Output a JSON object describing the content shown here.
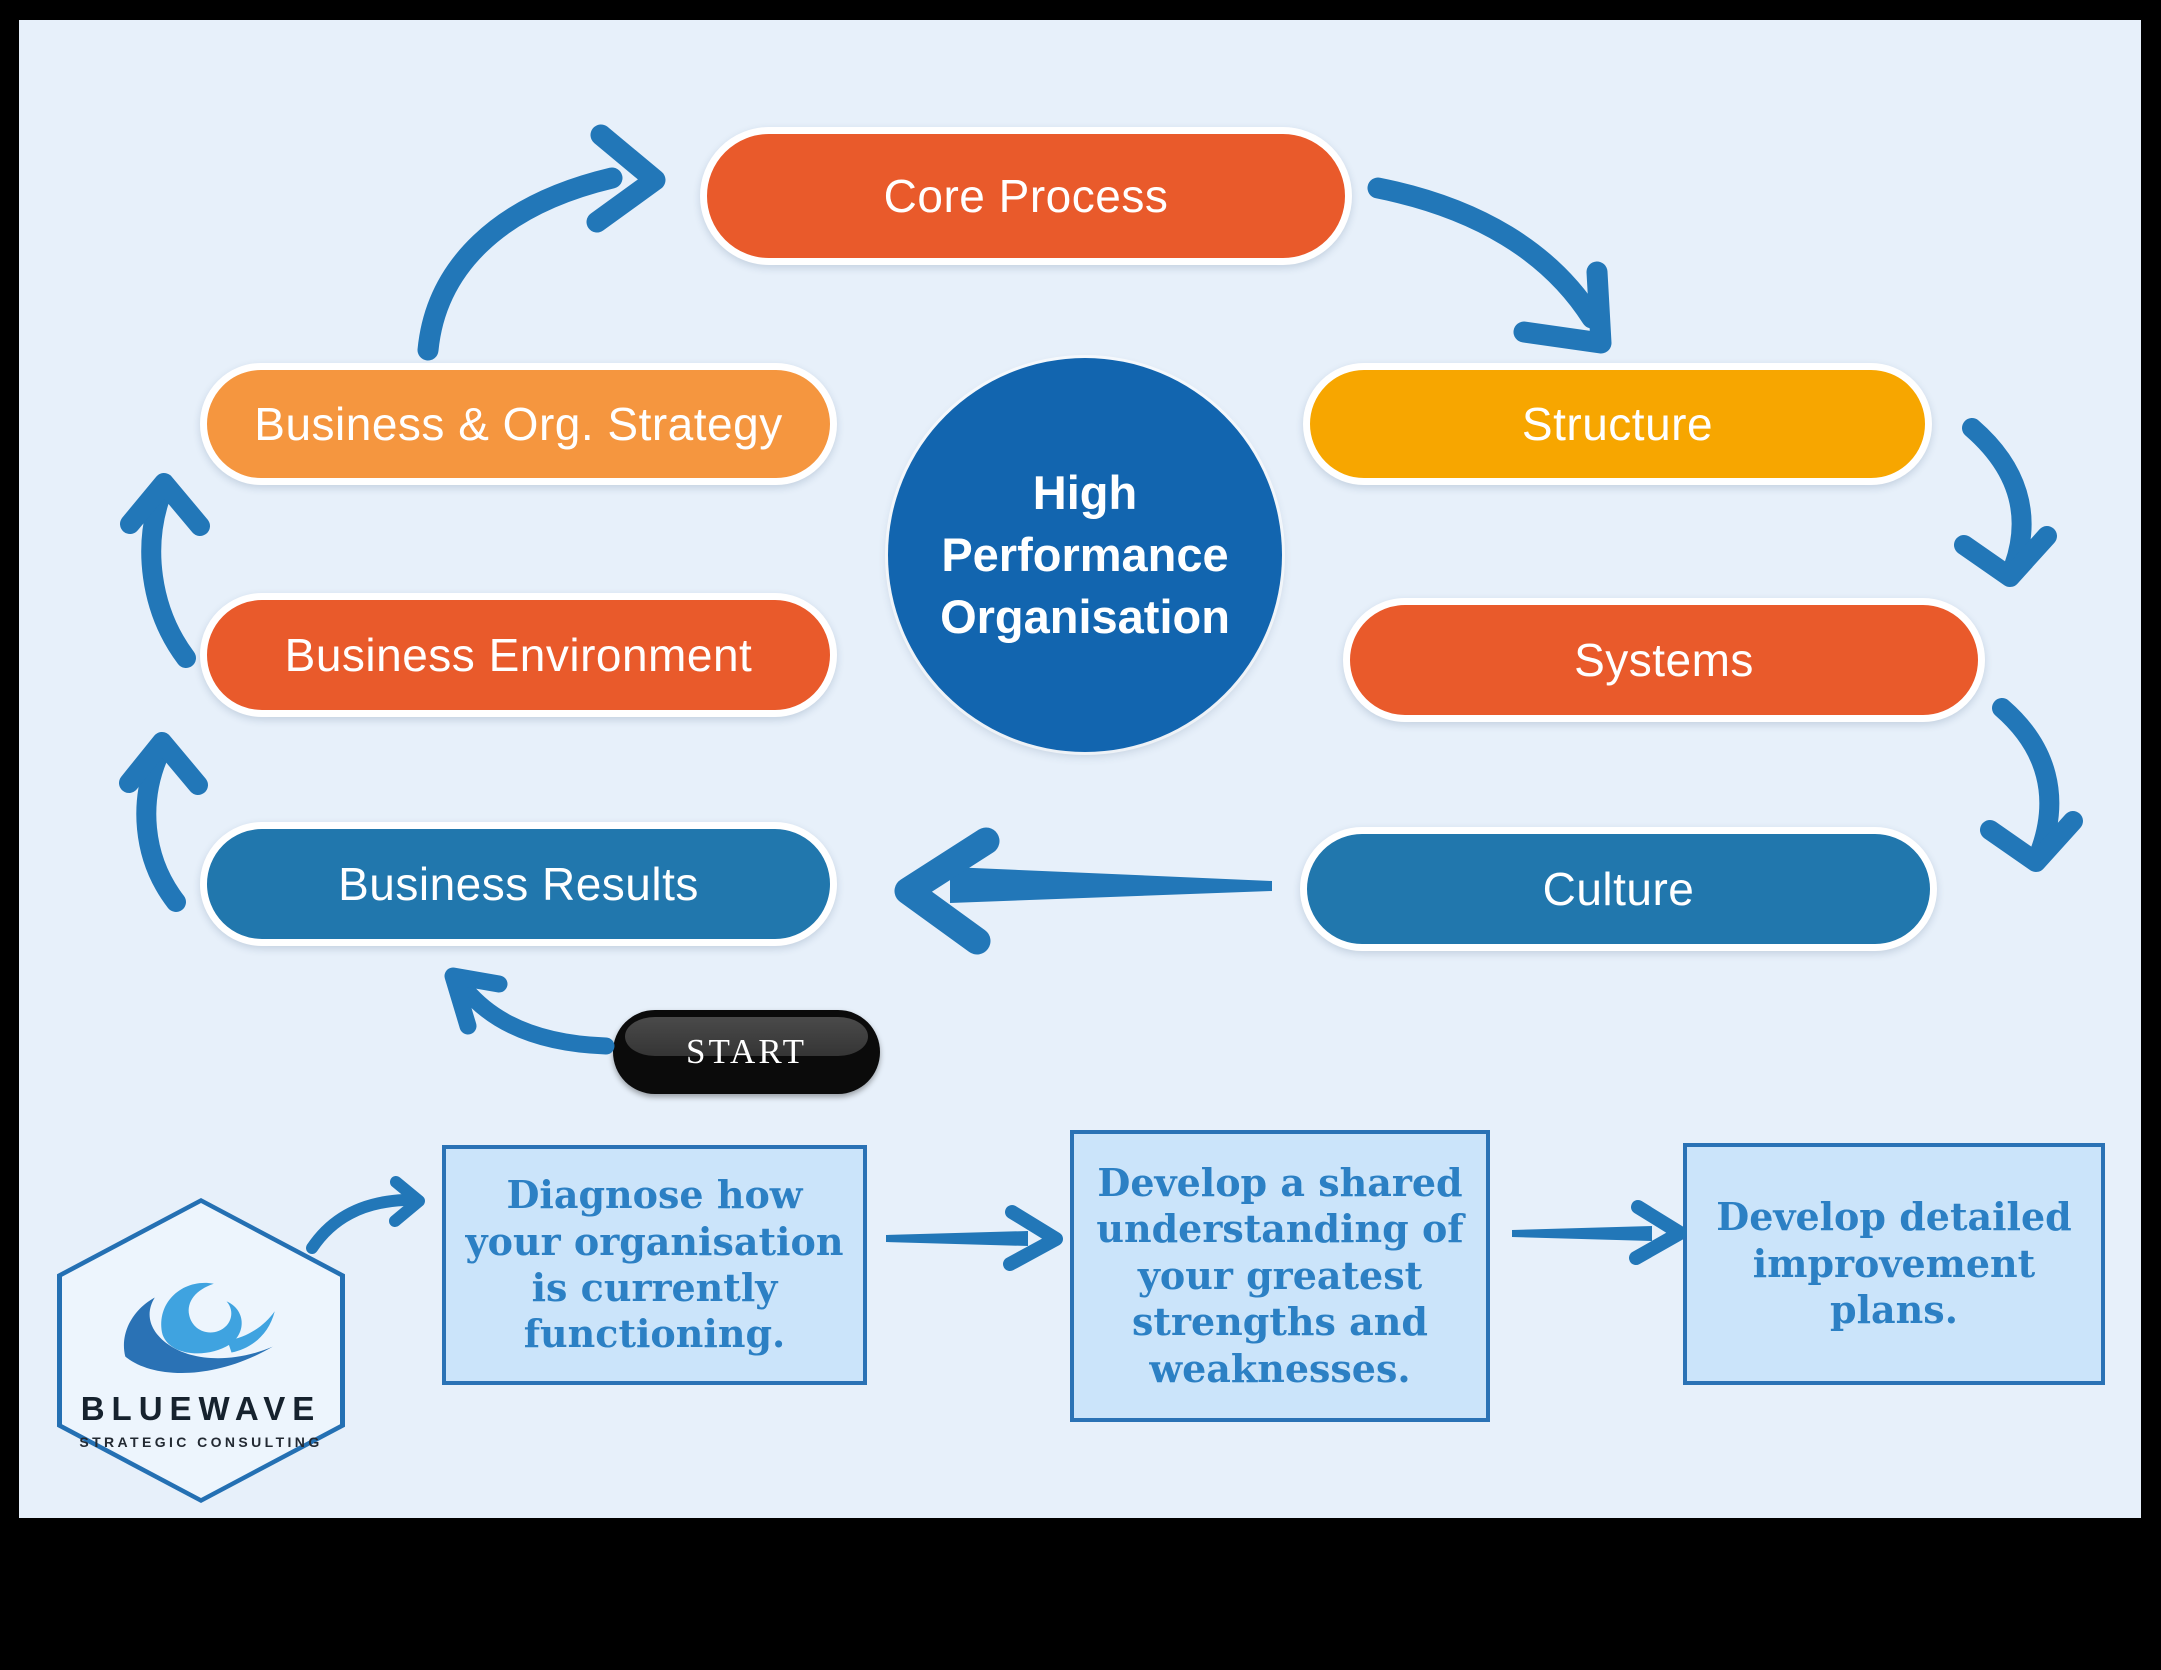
{
  "background": {
    "frame_color": "#000000",
    "canvas_color": "#E7F0FA",
    "arrow_color": "#2277B8"
  },
  "center_circle": {
    "label": "High Performance Organisation",
    "color": "#1265AF"
  },
  "cycle_nodes": {
    "core_process": {
      "label": "Core Process",
      "color": "#E95A2B"
    },
    "structure": {
      "label": "Structure",
      "color": "#F7A600"
    },
    "systems": {
      "label": "Systems",
      "color": "#E95A2B"
    },
    "culture": {
      "label": "Culture",
      "color": "#2177AD"
    },
    "business_results": {
      "label": "Business Results",
      "color": "#2177AD"
    },
    "business_environment": {
      "label": "Business Environment",
      "color": "#E95A2B"
    },
    "business_org_strategy": {
      "label": "Business & Org. Strategy",
      "color": "#F5963F"
    }
  },
  "start_button": {
    "label": "START",
    "color": "#0B0B0B"
  },
  "process_steps": {
    "step1": {
      "text": "Diagnose how your organisation is currently functioning."
    },
    "step2": {
      "text": "Develop a shared understanding of your greatest strengths and weaknesses."
    },
    "step3": {
      "text": "Develop detailed improvement plans."
    },
    "box_fill": "#CBE4FA",
    "box_border": "#2A72B5",
    "text_color": "#2C80C4"
  },
  "logo": {
    "name": "BLUEWAVE",
    "tagline": "STRATEGIC CONSULTING",
    "wave_dark": "#2A72B5",
    "wave_light": "#3FA3E0"
  }
}
